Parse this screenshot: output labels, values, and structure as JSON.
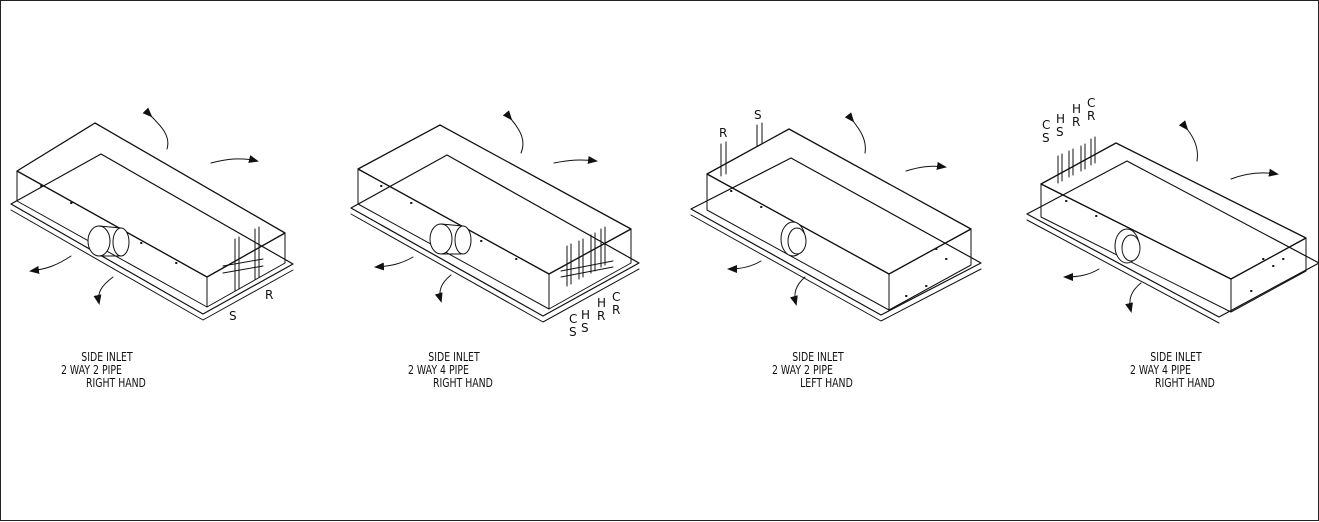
{
  "units": [
    {
      "pipes": [
        "S",
        "R"
      ],
      "caption": [
        "SIDE INLET",
        "2 WAY 2 PIPE",
        "RIGHT HAND"
      ]
    },
    {
      "pipes": [
        "C S",
        "H S",
        "H R",
        "C R"
      ],
      "caption": [
        "SIDE INLET",
        "2 WAY 4 PIPE",
        "RIGHT HAND"
      ]
    },
    {
      "pipes": [
        "R",
        "S"
      ],
      "caption": [
        "SIDE INLET",
        "2 WAY 2 PIPE",
        "LEFT HAND"
      ]
    },
    {
      "pipes": [
        "C S",
        "H S",
        "H R",
        "C R"
      ],
      "caption": [
        "SIDE INLET",
        "2 WAY 4 PIPE",
        "RIGHT HAND"
      ]
    }
  ]
}
